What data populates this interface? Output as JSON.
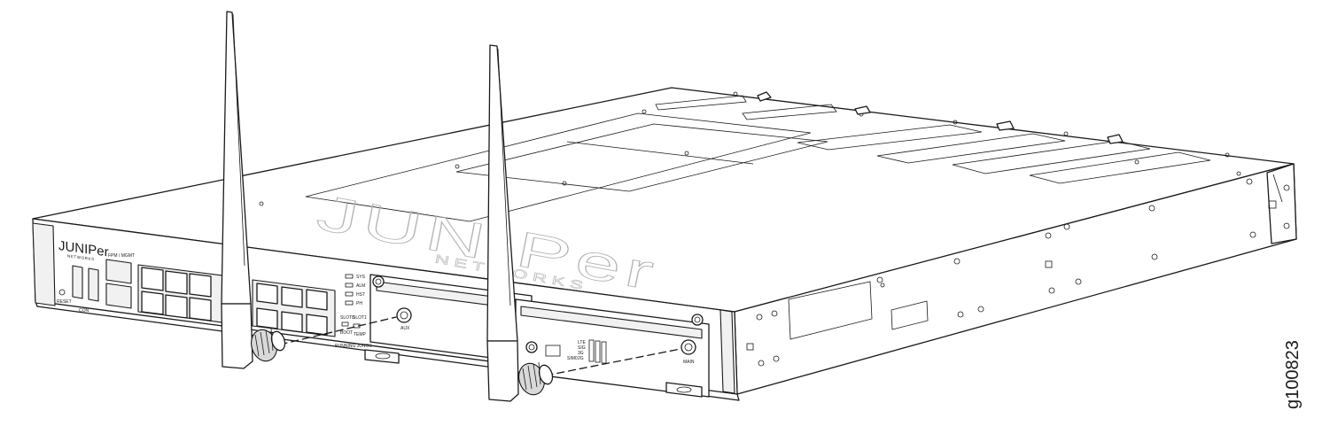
{
  "figure": {
    "id": "g100823"
  },
  "device": {
    "brand_top": "JUNIPer",
    "brand_top_sub": "NETWORKS",
    "front_brand": "JUNIPer",
    "front_brand_sub": "NETWORKS",
    "led_labels": [
      "SYS",
      "ALM",
      "HST",
      "PH"
    ],
    "slot_labels": [
      "SLOT0",
      "SLOT1",
      "BOOT",
      "TEMP"
    ],
    "running_text": "RUNNING JUNOS",
    "port_label": "FPM / MGMT",
    "usb_label": "CON",
    "reset_label": "RESET"
  },
  "modules": {
    "aux": {
      "connector_label": "AUX"
    },
    "main": {
      "connector_label": "MAIN",
      "led_labels": [
        "LTE",
        "SIG",
        "3G",
        "2G"
      ],
      "sim_label": "SIM0"
    }
  },
  "antennas": [
    {
      "name": "left-antenna",
      "target": "AUX"
    },
    {
      "name": "right-antenna",
      "target": "MAIN"
    }
  ],
  "colors": {
    "line": "#1a1a1a",
    "watermark": "#b5b5b5",
    "background": "#ffffff"
  }
}
